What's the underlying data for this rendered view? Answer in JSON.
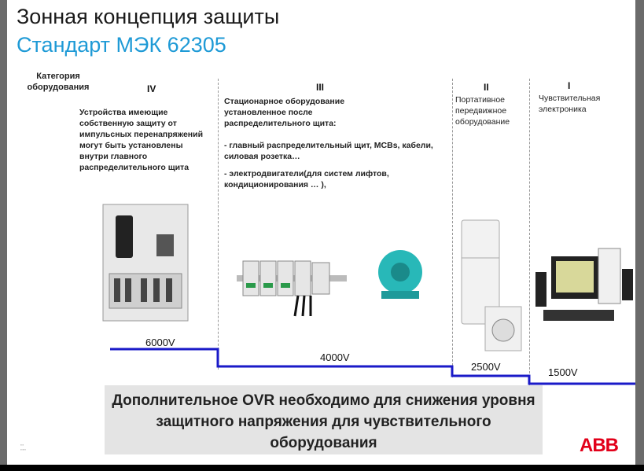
{
  "slide": {
    "title": "Зонная концепция защиты",
    "subtitle": "Стандарт МЭК 62305",
    "category_label": "Категория оборудования",
    "categories": [
      {
        "roman": "IV",
        "text": "Устройства имеющие собственную защиту от импульсных перенапряжений могут быть установлены внутри главного распределительного щита",
        "voltage": "6000V"
      },
      {
        "roman": "III",
        "text": "Стационарное оборудование установленное после распределительного щита:",
        "bullets": [
          "- главный распределительный щит, MCBs, кабели, силовая розетка…",
          "- электродвигатели(для систем лифтов, кондиционирования … ),"
        ],
        "voltage": "4000V"
      },
      {
        "roman": "II",
        "text": "Портативное передвижное оборудование",
        "voltage": "2500V"
      },
      {
        "roman": "I",
        "text": "Чувствительная электроника",
        "voltage": "1500V"
      }
    ],
    "note": "Дополнительное OVR необходимо для снижения уровня защитного напряжения для чувствительного оборудования",
    "logo": "ABB",
    "colors": {
      "accent": "#1e9ad6",
      "line": "#1a1ac8",
      "logo": "#e2001a"
    }
  }
}
